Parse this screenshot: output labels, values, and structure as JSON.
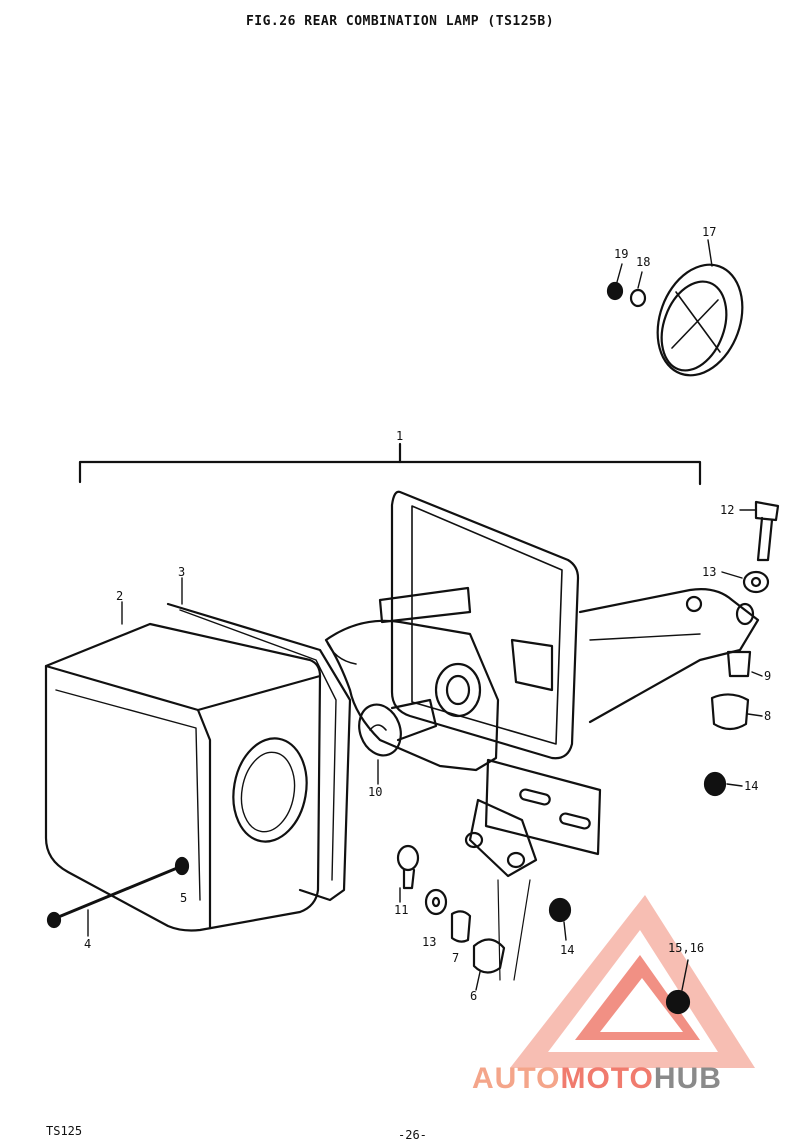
{
  "title": "FIG.26  REAR COMBINATION LAMP (TS125B)",
  "footer": {
    "model": "TS125",
    "page": "-26-"
  },
  "watermark": {
    "part1": "AUTO",
    "part2": "MOTO",
    "part3": "HUB"
  },
  "labels": {
    "p1": "1",
    "p2": "2",
    "p3": "3",
    "p4": "4",
    "p5": "5",
    "p6": "6",
    "p7": "7",
    "p8": "8",
    "p9": "9",
    "p10": "10",
    "p11": "11",
    "p12": "12",
    "p13a": "13",
    "p13b": "13",
    "p14a": "14",
    "p14b": "14",
    "p15_16": "15,16",
    "p17": "17",
    "p18": "18",
    "p19": "19"
  },
  "colors": {
    "ink": "#111111",
    "watermark_light": "#f6b3a6",
    "watermark_dark": "#ef7d6f"
  }
}
